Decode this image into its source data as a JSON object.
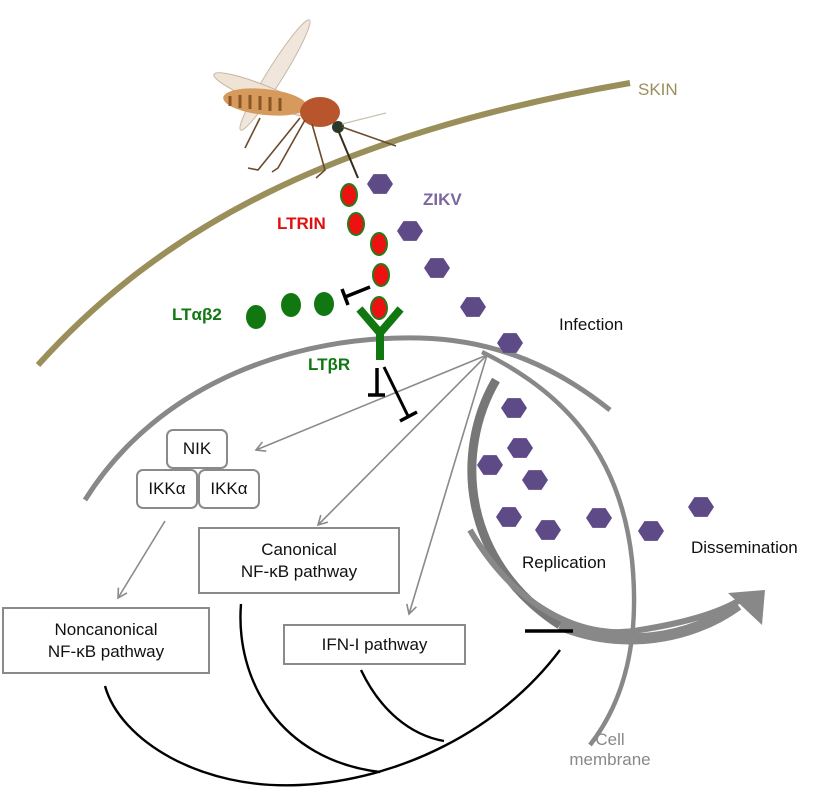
{
  "labels": {
    "skin": "SKIN",
    "zikv": "ZIKV",
    "ltrin": "LTRIN",
    "ltab2": "LTαβ2",
    "ltbr": "LTβR",
    "infection": "Infection",
    "replication": "Replication",
    "dissemination": "Dissemination",
    "cell_membrane_line1": "Cell",
    "cell_membrane_line2": "membrane"
  },
  "nodes": {
    "nik": "NIK",
    "ikka_left": "IKKα",
    "ikka_right": "IKKα",
    "canonical_line1": "Canonical",
    "canonical_line2": "NF-κB pathway",
    "noncanonical_line1": "Noncanonical",
    "noncanonical_line2": "NF-κB pathway",
    "ifn": "IFN-I pathway"
  },
  "colors": {
    "skin": "#9a8f5a",
    "zikv": "#5e4a86",
    "ltrin_fill": "#ee1111",
    "ltrin_outline": "#2a7a1a",
    "lt_green": "#117711",
    "membrane": "#888888",
    "inhibition": "#000000",
    "arrow_gray": "#888888"
  }
}
